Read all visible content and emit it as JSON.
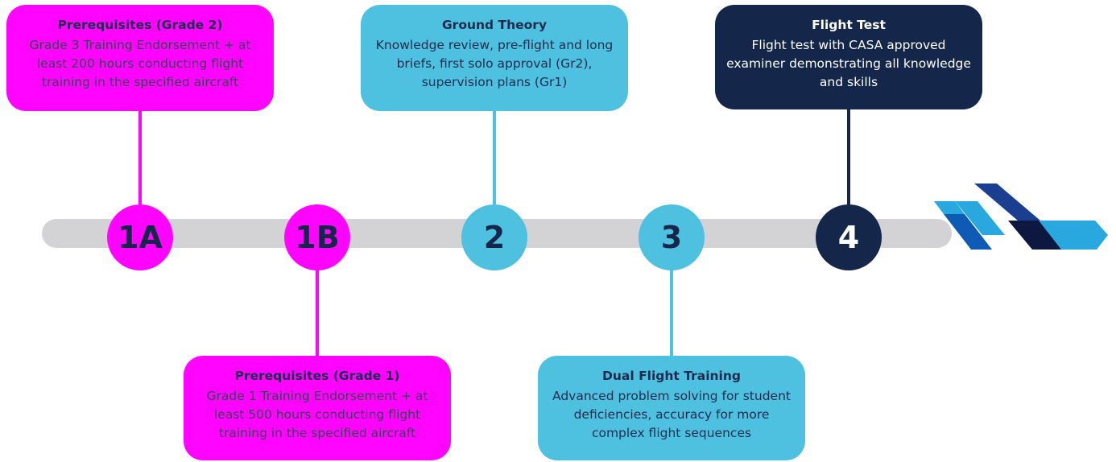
{
  "colors": {
    "magenta": "#ff05ff",
    "sky": "#4ec0e0",
    "navy": "#14274b",
    "track": "#d3d3d5",
    "card_title_dark": "#1d2c4e",
    "card_body_on_magenta": "#3a3f58",
    "logo_light_blue": "#29a8e0",
    "logo_mid_blue": "#0d5bb5",
    "logo_dark_navy": "#0d1840",
    "logo_royal": "#1b3f90"
  },
  "steps": [
    {
      "label": "1A",
      "color_key": "magenta"
    },
    {
      "label": "1B",
      "color_key": "magenta"
    },
    {
      "label": "2",
      "color_key": "sky"
    },
    {
      "label": "3",
      "color_key": "sky"
    },
    {
      "label": "4",
      "color_key": "navy"
    }
  ],
  "cards": {
    "prereq_grade2": {
      "title": "Prerequisites (Grade 2)",
      "body": "Grade 3 Training Endorsement + at least 200 hours conducting flight training in the specified aircraft"
    },
    "prereq_grade1": {
      "title": "Prerequisites (Grade 1)",
      "body": "Grade 1 Training Endorsement + at least 500 hours conducting flight training in the specified aircraft"
    },
    "ground_theory": {
      "title": "Ground Theory",
      "body": "Knowledge review, pre-flight and long briefs, first solo approval (Gr2), supervision plans (Gr1)"
    },
    "dual_flight_training": {
      "title": "Dual Flight Training",
      "body": "Advanced problem solving for student deficiencies, accuracy for more complex flight sequences"
    },
    "flight_test": {
      "title": "Flight Test",
      "body": "Flight test with CASA approved examiner demonstrating all knowledge and skills"
    }
  }
}
